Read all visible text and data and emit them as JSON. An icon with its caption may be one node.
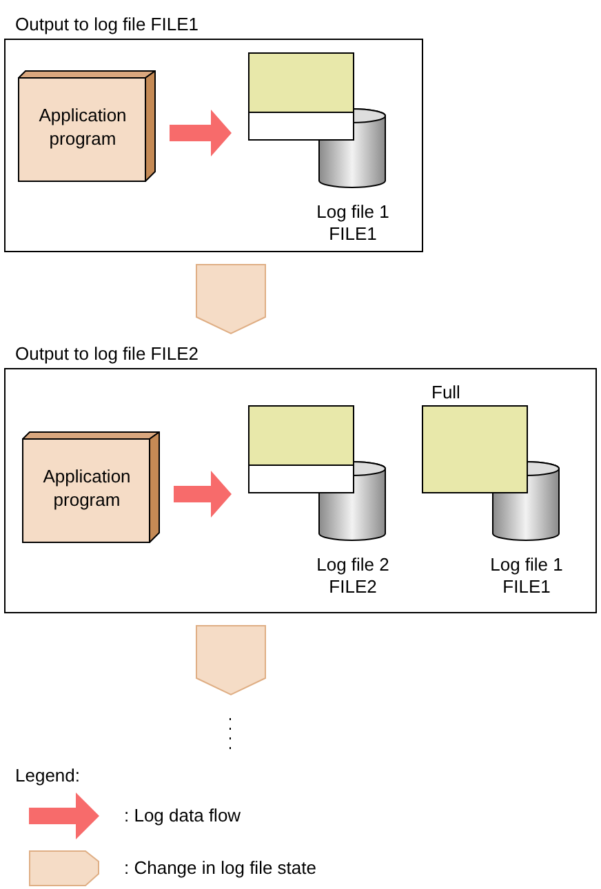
{
  "diagram": {
    "nodes": [
      {
        "text": [
          "Output to log file FILE1"
        ]
      },
      {
        "text": [
          "Application program"
        ],
        "in": 0
      },
      {
        "text": [
          "Log file 1 FILE1"
        ],
        "in": 0
      },
      {
        "text": [
          "Output to log file FILE2"
        ]
      },
      {
        "text": [
          "Application program"
        ],
        "in": 3
      },
      {
        "text": [
          "Log file 2 FILE2"
        ],
        "in": 3
      },
      {
        "text": [
          "Log file 1 FILE1"
        ],
        "in": 3,
        "beside": [
          "Full"
        ]
      }
    ],
    "edges": [
      {
        "from": 1,
        "to": 2,
        "arrow": "to",
        "style": "thick",
        "color": "#f76b6b"
      },
      {
        "from": 0,
        "to": 3,
        "arrow": "to",
        "color": "#f5dcc6"
      },
      {
        "from": 4,
        "to": 5,
        "arrow": "to",
        "style": "thick",
        "color": "#f76b6b"
      },
      {
        "from": 3,
        "to": null,
        "arrow": "to",
        "color": "#f5dcc6"
      }
    ],
    "labels": [
      "Legend:"
    ],
    "legend": [
      {
        "text": ": Log data flow"
      },
      {
        "text": ": Change in log file state"
      }
    ]
  }
}
